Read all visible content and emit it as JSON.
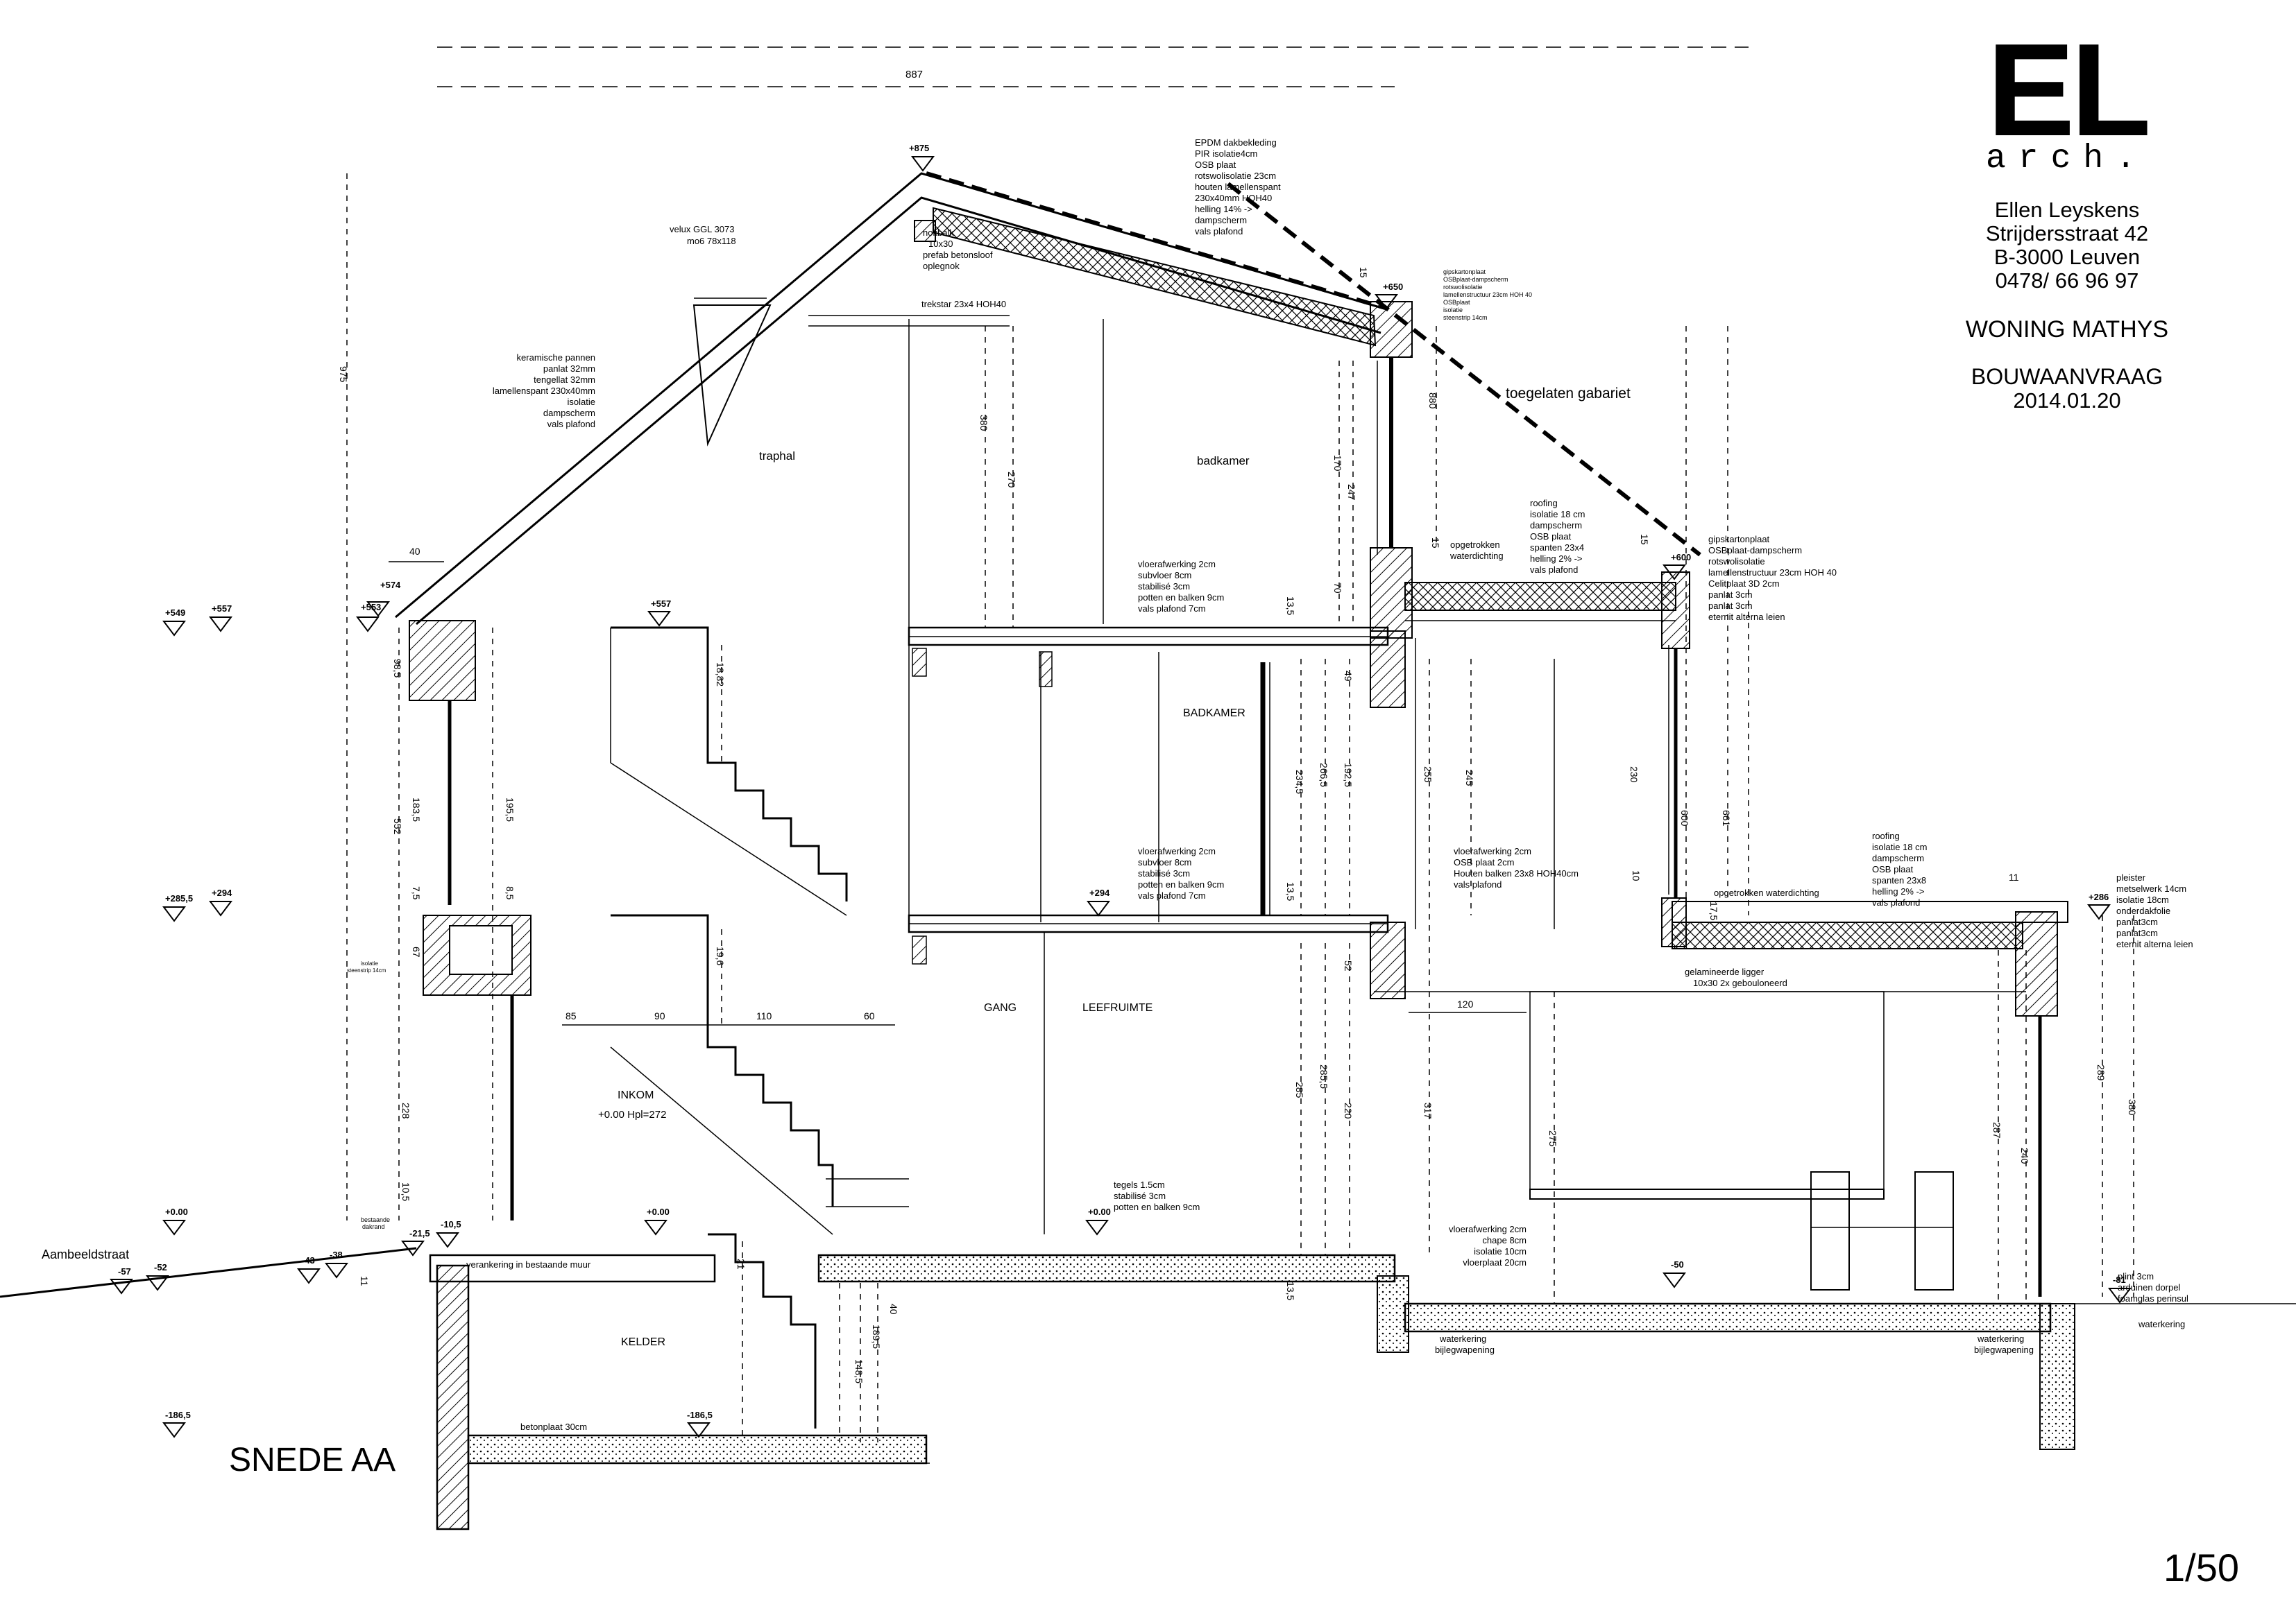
{
  "title_block": {
    "logo_main": "EL",
    "logo_sub": "arch.",
    "architect": "Ellen Leyskens",
    "street": "Strijdersstraat 42",
    "city": "B-3000 Leuven",
    "phone": "0478/ 66 96 97",
    "project": "WONING MATHYS",
    "status": "BOUWAANVRAAG",
    "date": "2014.01.20"
  },
  "drawing": {
    "title": "SNEDE AA",
    "scale": "1/50",
    "street_label": "Aambeeldstraat",
    "overall_width": "887",
    "gabarit_label": "toegelaten gabariet"
  },
  "rooms": {
    "traphal": "traphal",
    "badkamer_attic": "badkamer",
    "badkamer": "BADKAMER",
    "gang": "GANG",
    "leefruimte": "LEEFRUIMTE",
    "inkom": "INKOM",
    "inkom_level": "+0.00 Hpl=272",
    "kelder": "KELDER"
  },
  "levels": {
    "ridge": "+875",
    "eave_left": "+574",
    "eave_left2": "+553",
    "left_549": "+549",
    "left_557": "+557",
    "stair_top": "+557",
    "floor1_left": "+285,5",
    "floor1_left2": "+294",
    "floor1_mid": "+294",
    "rear_roof": "+650",
    "mid_roof": "+600",
    "annex_roof": "+286",
    "ground_left": "+0.00",
    "ground_inkom": "+0.00",
    "ground_mid": "+0.00",
    "street_a": "-57",
    "street_b": "-52",
    "side_a": "-43",
    "side_b": "-38",
    "step_a": "-21,5",
    "step_b": "-10,5",
    "annex_floor": "-50",
    "annex_ext": "-81",
    "basement_left": "-186,5",
    "basement_floor": "-186,5"
  },
  "dimensions": {
    "total_height": "975",
    "eave_overhang": "40",
    "d_380": "380",
    "d_270": "270",
    "d_170": "170",
    "d_247": "247",
    "d_70": "70",
    "d_15a": "15",
    "d_15b": "15",
    "d_15c": "15",
    "d_880": "880",
    "d_135a": "13,5",
    "d_135b": "13,5",
    "d_135c": "13,5",
    "d_49": "49",
    "d_1882": "18,82",
    "d_2345": "234,5",
    "d_2665": "266,5",
    "d_1925": "192,5",
    "d_255": "255",
    "d_245": "245",
    "d_230": "230",
    "d_600": "600",
    "d_661": "661",
    "d_10": "10",
    "d_11": "11",
    "d_175": "17,5",
    "d_985": "98,5",
    "d_552": "552",
    "d_1835": "183,5",
    "d_1955": "195,5",
    "d_75": "7,5",
    "d_85b": "8,5",
    "d_67": "67",
    "d_196": "19,6",
    "d_85": "85",
    "d_90": "90",
    "d_110": "110",
    "d_60": "60",
    "d_228": "228",
    "d_105": "10,5",
    "d_11b": "11",
    "d_52": "52",
    "d_285": "285",
    "d_2855": "285,5",
    "d_220": "220",
    "d_317": "317",
    "d_120": "120",
    "d_275": "275",
    "d_287": "287",
    "d_240": "240",
    "d_289": "289",
    "d_380b": "380",
    "d_21": "21",
    "d_40": "40",
    "d_1895": "189,5",
    "d_1485": "148,5"
  },
  "annotations": {
    "velux": [
      "velux GGL 3073",
      "mo6 78x118"
    ],
    "nokbalk": [
      "nokbalk",
      "10x30",
      "prefab betonsloof",
      "oplegnok"
    ],
    "trekstar": "trekstar 23x4 HOH40",
    "main_roof": [
      "keramische pannen",
      "panlat 32mm",
      "tengellat 32mm",
      "lamellenspant 230x40mm",
      "isolatie",
      "dampscherm",
      "vals plafond"
    ],
    "epdm_roof": [
      "EPDM dakbekleding",
      "PIR isolatie4cm",
      "OSB plaat",
      "rotswolisolatie 23cm",
      "houten lamellenspant",
      "230x40mm HOH40",
      "helling 14% ->",
      "dampscherm",
      "vals plafond"
    ],
    "rear_wall": [
      "gipskartonplaat",
      "OSBplaat-dampscherm",
      "rotswolisolatie",
      "lamellenstructuur 23cm HOH 40",
      "OSBplaat",
      "isolatie",
      "steenstrip 14cm"
    ],
    "upstand1": [
      "opgetrokken",
      "waterdichting"
    ],
    "flat_roof": [
      "roofing",
      "isolatie 18 cm",
      "dampscherm",
      "OSB plaat",
      "spanten 23x4",
      "helling 2% ->",
      "vals plafond"
    ],
    "mid_wall": [
      "gipskartonplaat",
      "OSBplaat-dampscherm",
      "rotswolisolatie",
      "lamellenstructuur 23cm HOH 40",
      "Celitplaat 3D 2cm",
      "panlat 3cm",
      "panlat 3cm",
      "eternit alterna leien"
    ],
    "floor2": [
      "vloerafwerking 2cm",
      "subvloer 8cm",
      "stabilisé 3cm",
      "potten en balken 9cm",
      "vals plafond 7cm"
    ],
    "floor1": [
      "vloerafwerking 2cm",
      "subvloer 8cm",
      "stabilisé 3cm",
      "potten en balken 9cm",
      "vals plafond 7cm"
    ],
    "floor1_wood": [
      "vloerafwerking 2cm",
      "OSB plaat 2cm",
      "Houten balken 23x8 HOH40cm",
      "vals plafond"
    ],
    "upstand2": "opgetrokken waterdichting",
    "annex_roof": [
      "roofing",
      "isolatie 18 cm",
      "dampscherm",
      "OSB plaat",
      "spanten 23x8",
      "helling 2% ->",
      "vals plafond"
    ],
    "annex_wall": [
      "pleister",
      "metselwerk 14cm",
      "isolatie 18cm",
      "onderdakfolie",
      "panlat3cm",
      "panlat3cm",
      "eternit alterna leien"
    ],
    "beam": [
      "gelamineerde ligger",
      "10x30 2x gebouloneerd"
    ],
    "left_wall": [
      "isolatie",
      "steenstrip 14cm"
    ],
    "ground_floor": [
      "tegels 1.5cm",
      "stabilisé 3cm",
      "potten en balken 9cm"
    ],
    "annex_floor": [
      "vloerafwerking 2cm",
      "chape 8cm",
      "isolatie 10cm",
      "vloerplaat 20cm"
    ],
    "plinth": [
      "plint 3cm",
      "arduinen dorpel",
      "foamglas perinsul"
    ],
    "waterkering1": [
      "waterkering",
      "bijlegwapening"
    ],
    "waterkering2": [
      "waterkering",
      "bijlegwapening"
    ],
    "waterkering3": "waterkering",
    "anchor": "verankering in bestaande muur",
    "existing": [
      "bestaande",
      "dakrand"
    ],
    "basement_slab": "betonplaat 30cm"
  }
}
